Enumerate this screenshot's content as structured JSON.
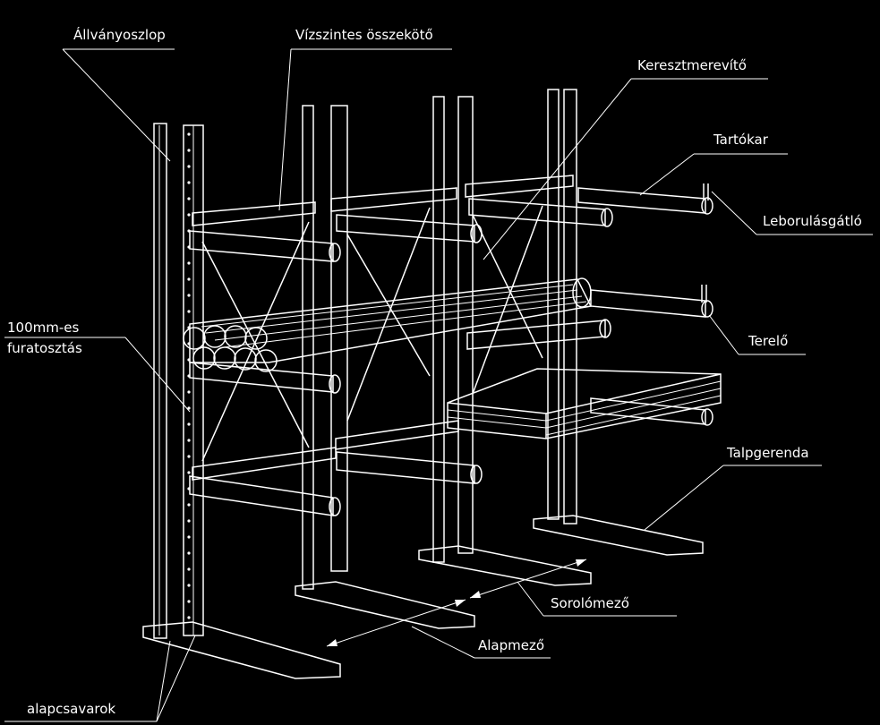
{
  "labels": {
    "column": "Állványoszlop",
    "horizontal_connector": "Vízszintes összekötő",
    "cross_brace": "Keresztmerevítő",
    "support_arm": "Tartókar",
    "anti_tip_stop": "Leborulásgátló",
    "hole_pitch_line1": "100mm-es",
    "hole_pitch_line2": "furatosztás",
    "deflector": "Terelő",
    "base_beam": "Talpgerenda",
    "intermediate_bay": "Sorolómező",
    "base_bay": "Alapmező",
    "anchor_bolts": "alapcsavarok"
  }
}
